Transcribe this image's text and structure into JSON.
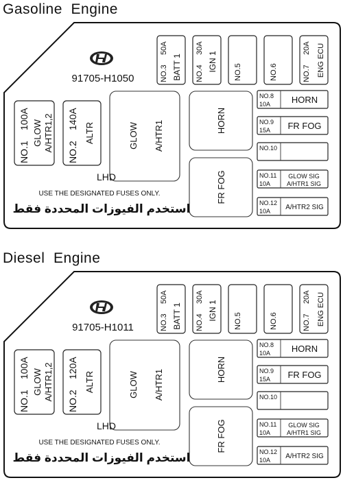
{
  "gasoline": {
    "title": "Gasoline  Engine",
    "part_number": "91705-H1050",
    "lhd": "LHD",
    "note": "USE THE DESIGNATED FUSES ONLY.",
    "arabic_note": "استخدم الفيوزات المحددة فقط",
    "fuses": {
      "no3": {
        "num": "NO.3",
        "amp": "50A",
        "label": "BATT 1"
      },
      "no4": {
        "num": "NO.4",
        "amp": "30A",
        "label": "IGN 1"
      },
      "no5": {
        "num": "NO.5"
      },
      "no6": {
        "num": "NO.6"
      },
      "no7": {
        "num": "NO.7",
        "amp": "20A",
        "label": "ENG ECU"
      },
      "no1": {
        "num": "NO.1",
        "amp": "100A",
        "label1": "GLOW",
        "label2": "A/HTR1,2"
      },
      "no2": {
        "num": "NO.2",
        "amp": "140A",
        "label": "ALTR"
      },
      "no8": {
        "num": "NO.8",
        "amp": "10A",
        "label": "HORN"
      },
      "no9": {
        "num": "NO.9",
        "amp": "15A",
        "label": "FR FOG"
      },
      "no10": {
        "num": "NO.10"
      },
      "no11": {
        "num": "NO.11",
        "amp": "10A",
        "label1": "GLOW SIG",
        "label2": "A/HTR1 SIG"
      },
      "no12": {
        "num": "NO.12",
        "amp": "10A",
        "label": "A/HTR2 SIG"
      }
    },
    "relays": {
      "glow1": "GLOW",
      "glow2": "A/HTR1",
      "horn": "HORN",
      "frfog": "FR FOG"
    }
  },
  "diesel": {
    "title": "Diesel  Engine",
    "part_number": "91705-H1011",
    "lhd": "LHD",
    "note": "USE THE DESIGNATED FUSES ONLY.",
    "arabic_note": "استخدم الفيوزات المحددة فقط",
    "fuses": {
      "no3": {
        "num": "NO.3",
        "amp": "50A",
        "label": "BATT 1"
      },
      "no4": {
        "num": "NO.4",
        "amp": "30A",
        "label": "IGN 1"
      },
      "no5": {
        "num": "NO.5"
      },
      "no6": {
        "num": "NO.6"
      },
      "no7": {
        "num": "NO.7",
        "amp": "20A",
        "label": "ENG ECU"
      },
      "no1": {
        "num": "NO.1",
        "amp": "100A",
        "label1": "GLOW",
        "label2": "A/HTR1,2"
      },
      "no2": {
        "num": "NO.2",
        "amp": "120A",
        "label": "ALTR"
      },
      "no8": {
        "num": "NO.8",
        "amp": "10A",
        "label": "HORN"
      },
      "no9": {
        "num": "NO.9",
        "amp": "15A",
        "label": "FR FOG"
      },
      "no10": {
        "num": "NO.10"
      },
      "no11": {
        "num": "NO.11",
        "amp": "10A",
        "label1": "GLOW SIG",
        "label2": "A/HTR1 SIG"
      },
      "no12": {
        "num": "NO.12",
        "amp": "10A",
        "label": "A/HTR2 SIG"
      }
    },
    "relays": {
      "glow1": "GLOW",
      "glow2": "A/HTR1",
      "horn": "HORN",
      "frfog": "FR FOG"
    }
  }
}
